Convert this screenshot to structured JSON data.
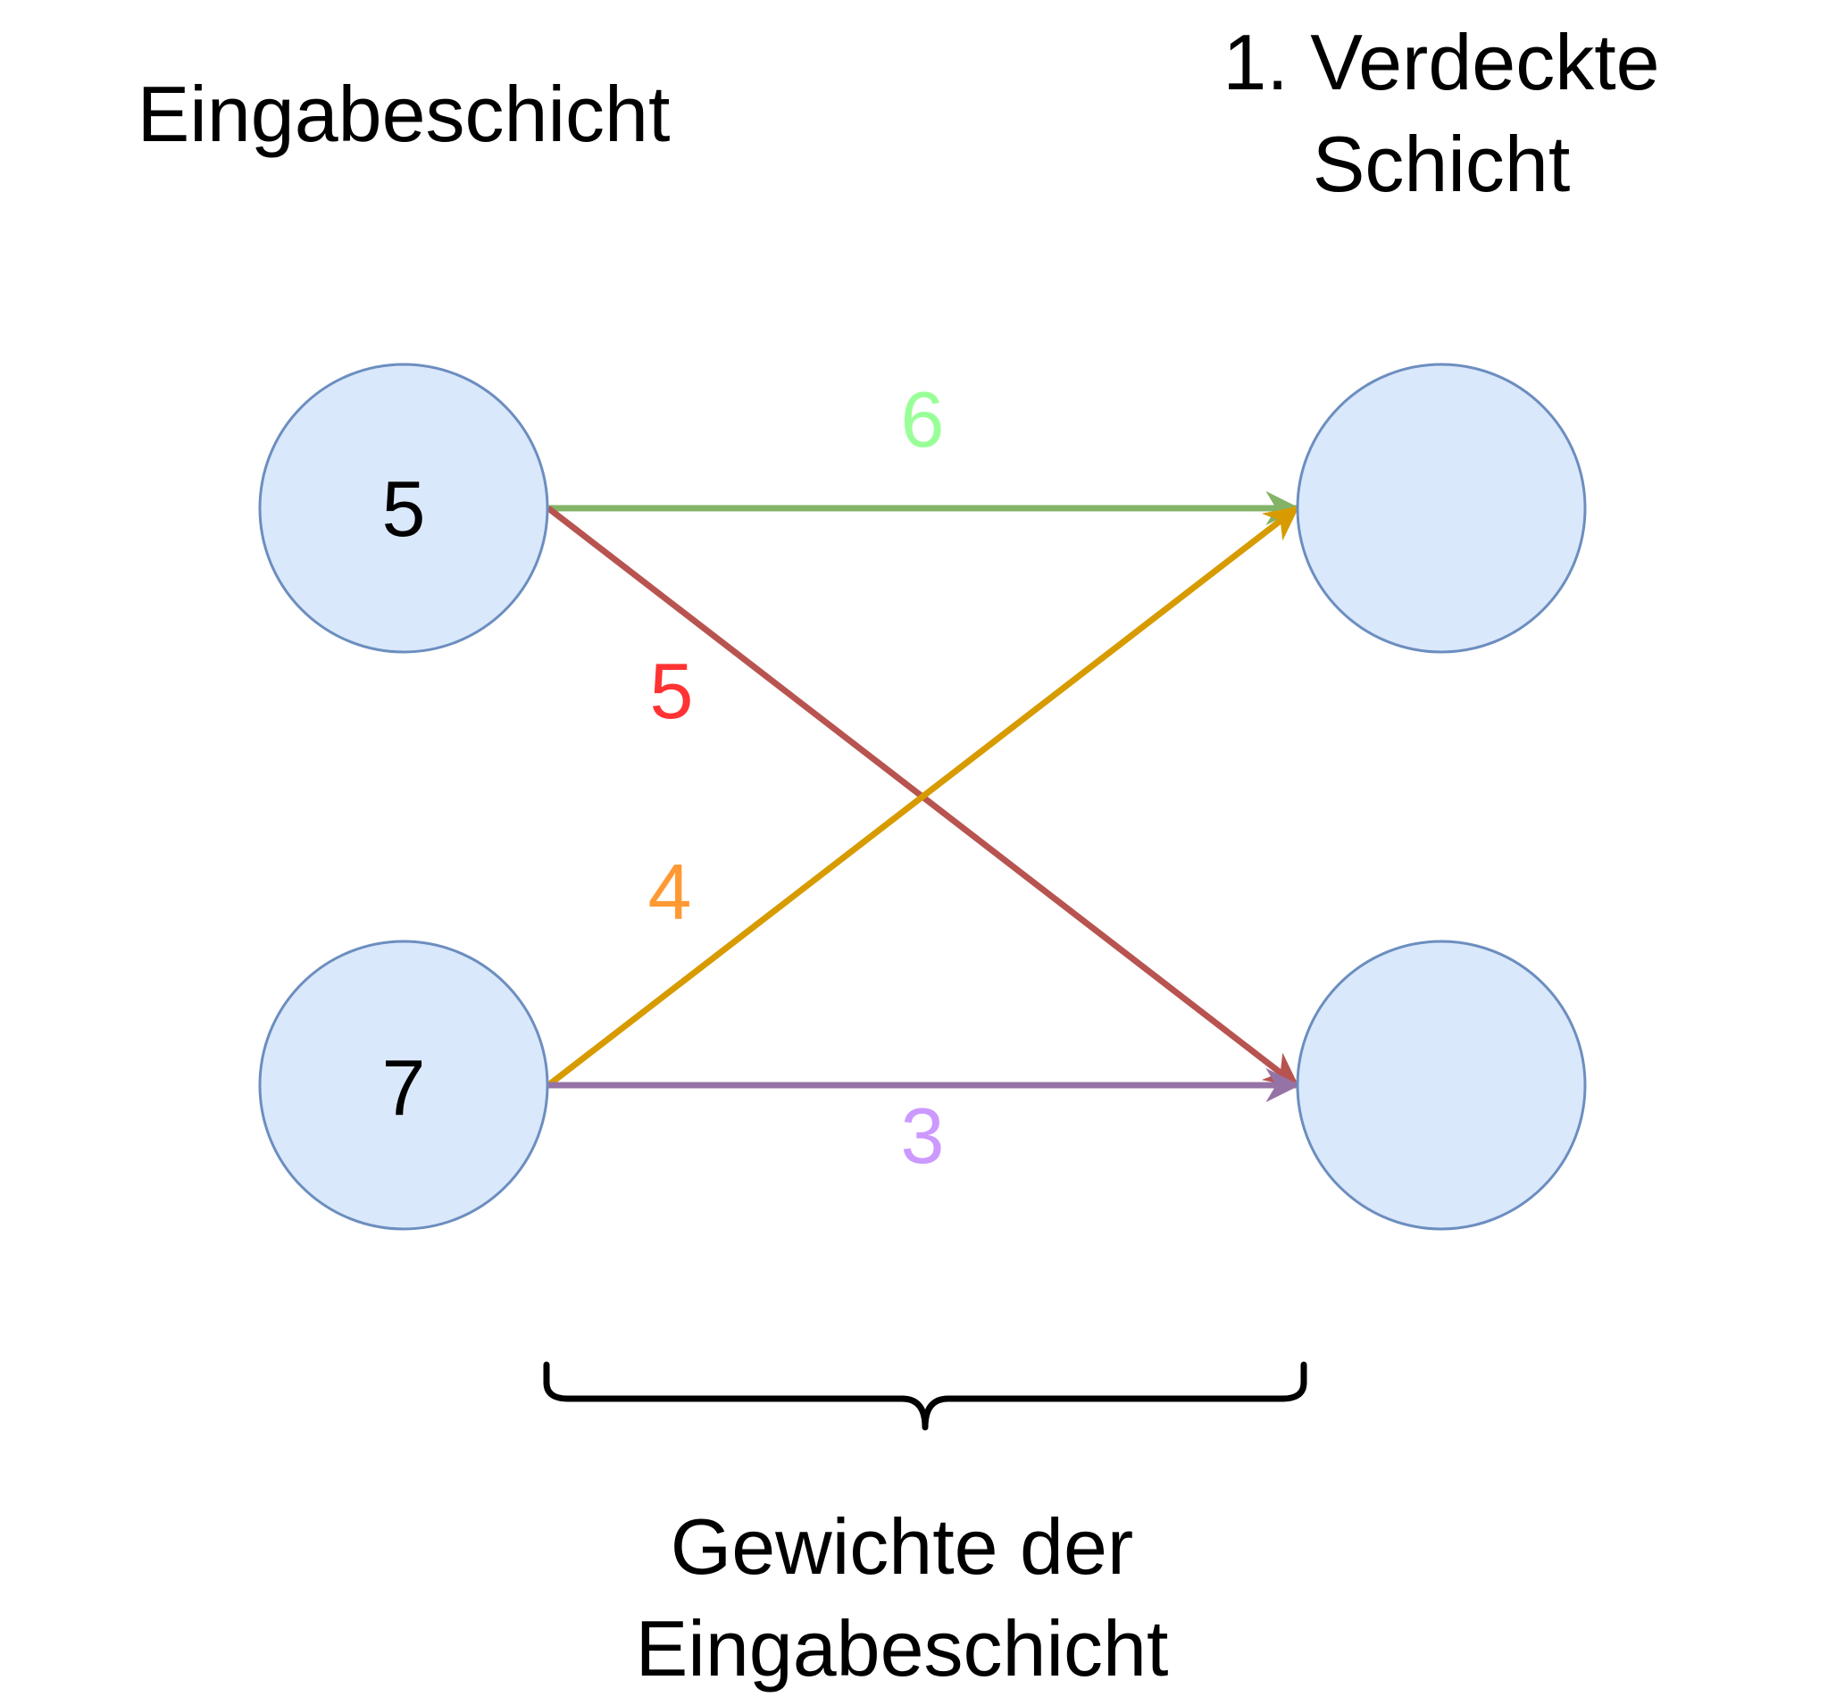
{
  "layers": {
    "input_title": "Eingabeschicht",
    "hidden_title_line1": "1. Verdeckte",
    "hidden_title_line2": "Schicht"
  },
  "nodes": {
    "input_1_value": "5",
    "input_2_value": "7",
    "hidden_1_value": "",
    "hidden_2_value": ""
  },
  "weights": {
    "in1_to_h1": "6",
    "in1_to_h2": "5",
    "in2_to_h1": "4",
    "in2_to_h2": "3"
  },
  "colors": {
    "node_fill": "#dae8fc",
    "node_stroke": "#6c8ebf",
    "edge_in1_h1": "#82b366",
    "edge_in1_h2": "#b85450",
    "edge_in2_h1": "#d79b00",
    "edge_in2_h2": "#9673a6",
    "label_in1_h1": "#99ff99",
    "label_in1_h2": "#ff3333",
    "label_in2_h1": "#ff9933",
    "label_in2_h2": "#cc99ff"
  },
  "brace_caption": {
    "line1": "Gewichte der",
    "line2": "Eingabeschicht"
  }
}
